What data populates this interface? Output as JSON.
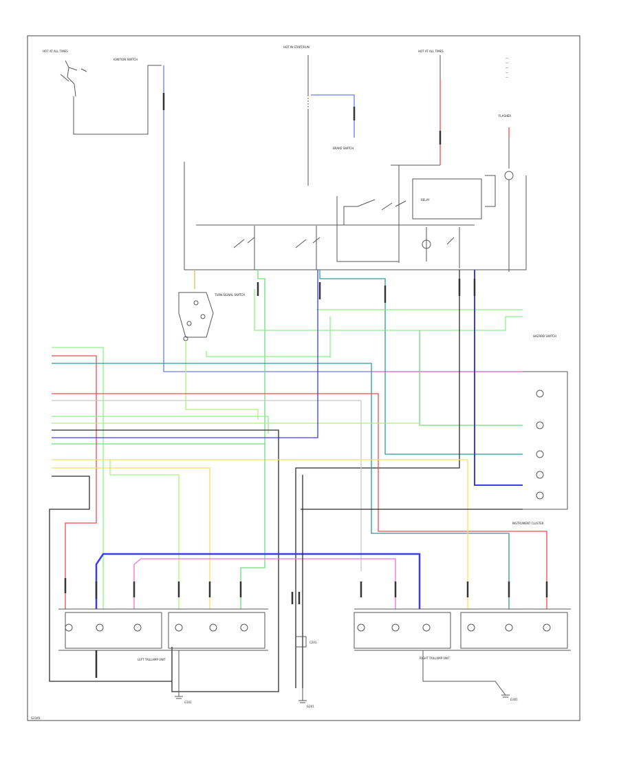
{
  "colors": {
    "black": "#2b2b2b",
    "gray": "#8a8a8a",
    "blue": "#3a3af0",
    "light_blue": "#6a7cf5",
    "green": "#66e07a",
    "light_green": "#8ff08a",
    "red": "#ee4a4a",
    "pink": "#f06fd0",
    "yellow": "#f0e060",
    "teal": "#2a9a9a",
    "lime": "#aef07a"
  },
  "labels": {
    "fuse_left": "HOT AT ALL TIMES",
    "fuse_mid": "HOT IN START/RUN",
    "fuse_right": "HOT AT ALL TIMES",
    "ignition": "IGNITION SWITCH",
    "brake_switch": "BRAKE SWITCH",
    "relay": "RELAY",
    "flasher": "FLASHER",
    "turn_switch": "TURN SIGNAL SWITCH",
    "hazard": "HAZARD SWITCH",
    "cluster": "INSTRUMENT CLUSTER",
    "left_unit": "LEFT TAILLAMP UNIT",
    "right_unit": "RIGHT TAILLAMP UNIT",
    "ground_left": "G101",
    "ground_mid": "G201",
    "ground_right": "G301",
    "connector": "C201",
    "bottom_tag": "G2345"
  },
  "icons": [
    "switch-icon",
    "bulb-icon",
    "ground-icon",
    "connector-icon"
  ]
}
